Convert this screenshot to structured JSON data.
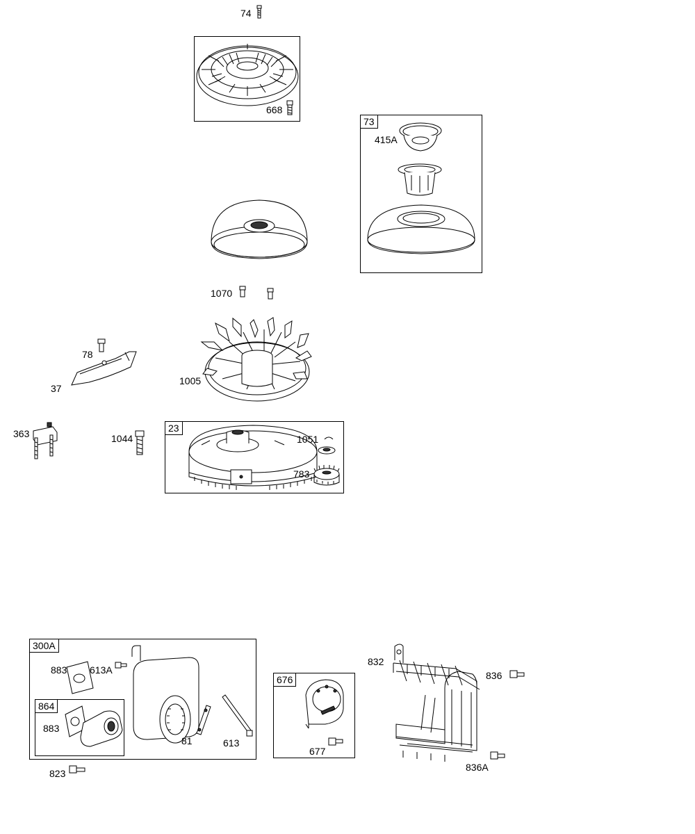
{
  "parts": [
    {
      "id": "p74",
      "label": "74"
    },
    {
      "id": "p668",
      "label": "668"
    },
    {
      "id": "p415A",
      "label": "415A"
    },
    {
      "id": "p1070",
      "label": "1070"
    },
    {
      "id": "p78",
      "label": "78"
    },
    {
      "id": "p37",
      "label": "37"
    },
    {
      "id": "p1005",
      "label": "1005"
    },
    {
      "id": "p363",
      "label": "363"
    },
    {
      "id": "p1044",
      "label": "1044"
    },
    {
      "id": "p1051",
      "label": "1051"
    },
    {
      "id": "p783",
      "label": "783"
    },
    {
      "id": "p883a",
      "label": "883"
    },
    {
      "id": "p613A",
      "label": "613A"
    },
    {
      "id": "p883b",
      "label": "883"
    },
    {
      "id": "p81",
      "label": "81"
    },
    {
      "id": "p613",
      "label": "613"
    },
    {
      "id": "p823",
      "label": "823"
    },
    {
      "id": "p677",
      "label": "677"
    },
    {
      "id": "p832",
      "label": "832"
    },
    {
      "id": "p836",
      "label": "836"
    },
    {
      "id": "p836A",
      "label": "836A"
    }
  ],
  "groups": {
    "g73": "73",
    "g23": "23",
    "g300A": "300A",
    "g864": "864",
    "g676": "676"
  }
}
